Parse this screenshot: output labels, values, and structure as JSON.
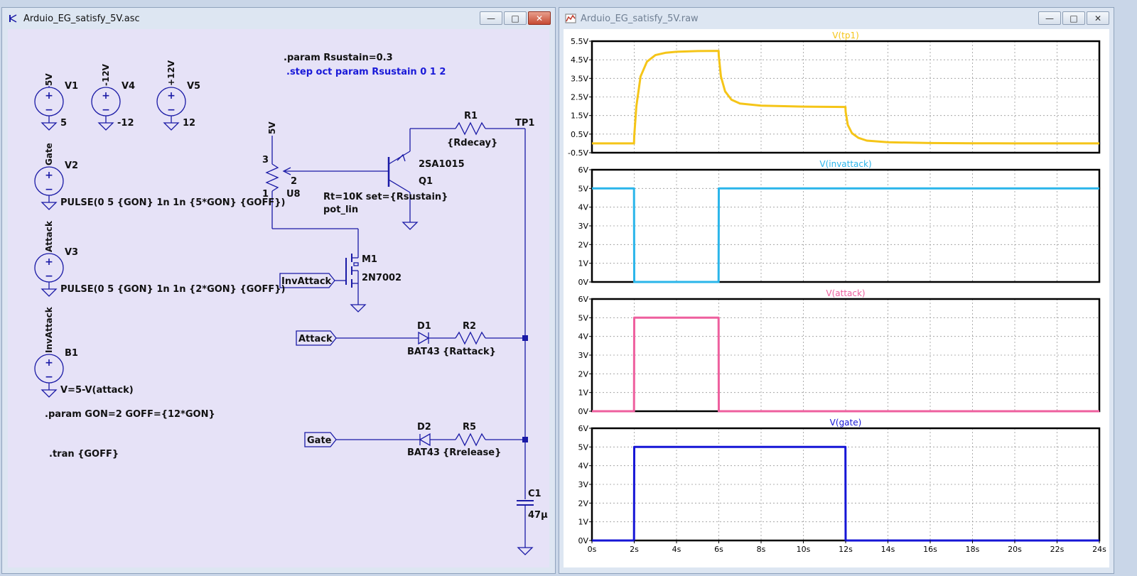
{
  "schematic_window": {
    "title": "Arduio_EG_satisfy_5V.asc",
    "minimize": "—",
    "maximize": "□",
    "close": "✕"
  },
  "waveform_window": {
    "title": "Arduio_EG_satisfy_5V.raw",
    "minimize": "—",
    "maximize": "□",
    "close": "✕"
  },
  "schematic": {
    "directives": {
      "param_rsustain": ".param Rsustain=0.3",
      "step": ".step oct param Rsustain 0 1 2",
      "param_gon": ".param GON=2 GOFF={12*GON}",
      "tran": ".tran {GOFF}"
    },
    "sources": {
      "v1": {
        "net": "5V",
        "name": "V1",
        "value": "5"
      },
      "v4": {
        "net": "-12V",
        "name": "V4",
        "value": "-12"
      },
      "v5": {
        "net": "+12V",
        "name": "V5",
        "value": "12"
      },
      "v2": {
        "net": "Gate",
        "name": "V2",
        "value": "PULSE(0 5 {GON} 1n 1n {5*GON} {GOFF})"
      },
      "v3": {
        "net": "Attack",
        "name": "V3",
        "value": "PULSE(0 5 {GON} 1n 1n {2*GON} {GOFF})"
      },
      "b1": {
        "net": "InvAttack",
        "name": "B1",
        "value": "V=5-V(attack)"
      }
    },
    "components": {
      "r1_name": "R1",
      "r1_value": "{Rdecay}",
      "tp1": "TP1",
      "pot_supply": "5V",
      "pot_pin3": "3",
      "pot_pin2": "2",
      "pot_pin1": "1",
      "u8_name": "U8",
      "u8_value": "Rt=10K set={Rsustain}",
      "u8_model": "pot_lin",
      "q1_model": "2SA1015",
      "q1_name": "Q1",
      "m1_name": "M1",
      "m1_model": "2N7002",
      "d1_name": "D1",
      "d1_model": "BAT43",
      "r2_name": "R2",
      "r2_value": "{Rattack}",
      "d2_name": "D2",
      "d2_model": "BAT43",
      "r5_name": "R5",
      "r5_value": "{Rrelease}",
      "c1_name": "C1",
      "c1_value": "47µ"
    },
    "net_labels": {
      "invattack": "InvAttack",
      "attack": "Attack",
      "gate": "Gate"
    }
  },
  "colors": {
    "schematic_bg": "#e6e2f7",
    "wire": "#1a1aa6",
    "directive_blue": "#1a1ad8",
    "plot_bg": "#ffffff",
    "trace_tp1": "#f5c518",
    "trace_invattack": "#2ab5ea",
    "trace_attack": "#ee5f9e",
    "trace_gate": "#1515d6"
  },
  "chart_data": [
    {
      "type": "line",
      "title": "V(tp1)",
      "x": [
        0,
        1.99,
        2,
        2.1,
        2.3,
        2.6,
        3,
        3.5,
        4,
        5,
        5.99,
        6,
        6.1,
        6.3,
        6.6,
        7,
        8,
        10,
        11.99,
        12,
        12.1,
        12.3,
        12.6,
        13,
        14,
        16,
        18,
        20,
        22,
        24
      ],
      "y": [
        0,
        0,
        0.4,
        2.0,
        3.6,
        4.4,
        4.75,
        4.88,
        4.93,
        4.97,
        4.98,
        4.7,
        3.6,
        2.8,
        2.35,
        2.15,
        2.03,
        1.98,
        1.96,
        1.7,
        1.0,
        0.55,
        0.3,
        0.15,
        0.06,
        0.02,
        0.01,
        0.0,
        0.0,
        0.0
      ],
      "yticks": [
        "5.5V",
        "4.5V",
        "3.5V",
        "2.5V",
        "1.5V",
        "0.5V",
        "-0.5V"
      ],
      "ylim": [
        -0.5,
        5.5
      ]
    },
    {
      "type": "line",
      "title": "V(invattack)",
      "x": [
        0,
        1.99,
        2,
        5.99,
        6,
        24
      ],
      "y": [
        5,
        5,
        0,
        0,
        5,
        5
      ],
      "yticks": [
        "6V",
        "5V",
        "4V",
        "3V",
        "2V",
        "1V",
        "0V"
      ],
      "ylim": [
        0,
        6
      ]
    },
    {
      "type": "line",
      "title": "V(attack)",
      "x": [
        0,
        1.99,
        2,
        5.99,
        6,
        24
      ],
      "y": [
        0,
        0,
        5,
        5,
        0,
        0
      ],
      "yticks": [
        "6V",
        "5V",
        "4V",
        "3V",
        "2V",
        "1V",
        "0V"
      ],
      "ylim": [
        0,
        6
      ]
    },
    {
      "type": "line",
      "title": "V(gate)",
      "x": [
        0,
        1.99,
        2,
        11.99,
        12,
        24
      ],
      "y": [
        0,
        0,
        5,
        5,
        0,
        0
      ],
      "yticks": [
        "6V",
        "5V",
        "4V",
        "3V",
        "2V",
        "1V",
        "0V"
      ],
      "ylim": [
        0,
        6
      ],
      "xticks": [
        "0s",
        "2s",
        "4s",
        "6s",
        "8s",
        "10s",
        "12s",
        "14s",
        "16s",
        "18s",
        "20s",
        "22s",
        "24s"
      ],
      "xlim": [
        0,
        24
      ]
    }
  ]
}
